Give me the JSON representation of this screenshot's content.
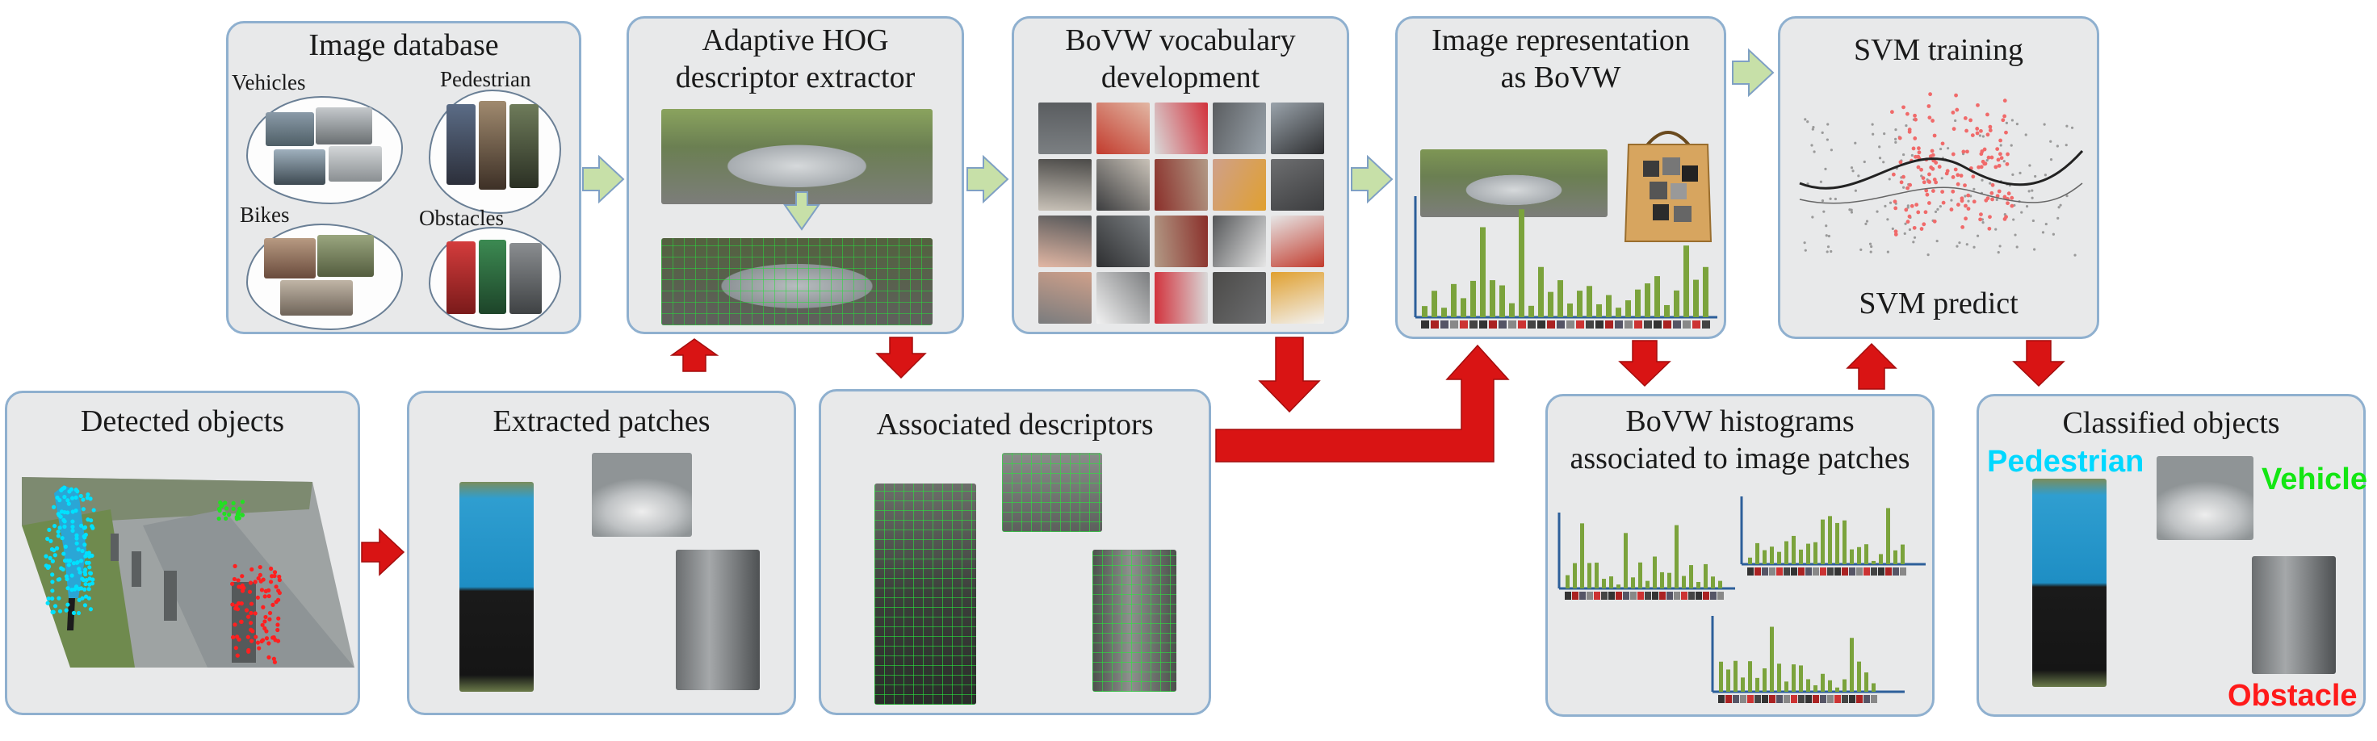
{
  "colors": {
    "box_fill": "#e8e9ea",
    "box_border": "#8fb0cf",
    "green_arrow": "#c7e0a8",
    "red_arrow": "#d91414",
    "histogram_bar": "#7ba33c",
    "pedestrian_label": "#00d8ff",
    "vehicle_label": "#13e613",
    "obstacle_label": "#ff1a1a"
  },
  "boxes": {
    "image_database": {
      "title": "Image database",
      "categories": [
        "Vehicles",
        "Pedestrian",
        "Bikes",
        "Obstacles"
      ]
    },
    "hog_extractor": {
      "title": "Adaptive HOG\ndescriptor extractor"
    },
    "vocabulary": {
      "title": "BoVW vocabulary\ndevelopment"
    },
    "representation": {
      "title": "Image representation\nas BoVW"
    },
    "svm": {
      "title": "SVM training",
      "subtitle": "SVM predict"
    },
    "detected_objects": {
      "title": "Detected objects"
    },
    "extracted_patches": {
      "title": "Extracted patches"
    },
    "associated_descriptors": {
      "title": "Associated descriptors"
    },
    "bovw_histograms": {
      "title": "BoVW histograms\nassociated to image patches"
    },
    "classified_objects": {
      "title": "Classified objects",
      "labels": {
        "pedestrian": "Pedestrian",
        "vehicle": "Vehicle",
        "obstacle": "Obstacle"
      }
    }
  },
  "icons": [
    "green-arrow-icon",
    "red-arrow-icon",
    "shopping-bag-icon"
  ]
}
